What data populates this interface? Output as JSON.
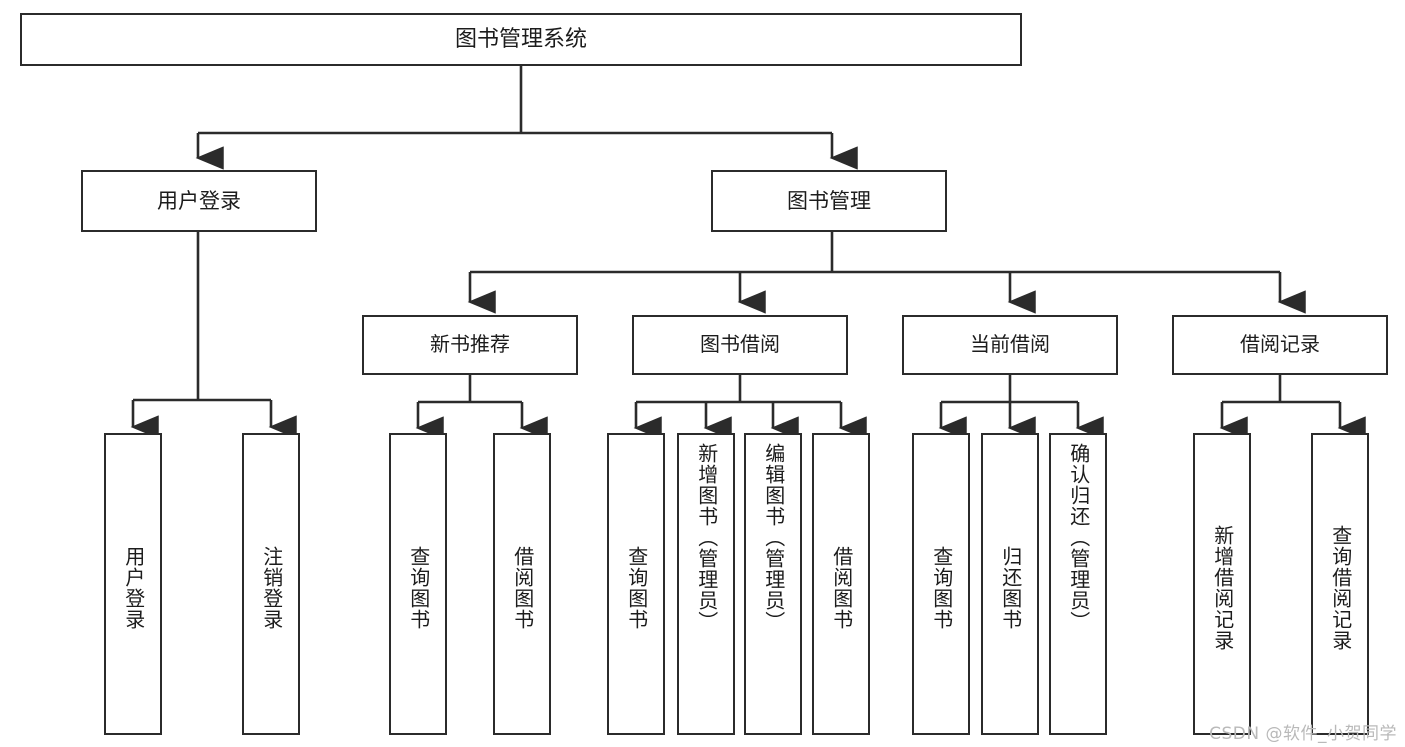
{
  "diagram": {
    "title": "图书管理系统",
    "type": "tree",
    "watermark": "CSDN @软件_小贺同学",
    "colors": {
      "stroke": "#2b2b2b",
      "fill": "#ffffff",
      "text": "#1c1c1c",
      "watermark": "#b9b9b9"
    },
    "nodes": {
      "root": {
        "label": "图书管理系统"
      },
      "level2": [
        {
          "id": "user-login",
          "label": "用户登录"
        },
        {
          "id": "book-manage",
          "label": "图书管理"
        }
      ],
      "level3": [
        {
          "id": "new-book-rec",
          "label": "新书推荐"
        },
        {
          "id": "book-borrow",
          "label": "图书借阅"
        },
        {
          "id": "current-borrow",
          "label": "当前借阅"
        },
        {
          "id": "borrow-record",
          "label": "借阅记录"
        }
      ],
      "leaves": {
        "user-login": [
          {
            "id": "leaf-user-login",
            "label": "用户登录"
          },
          {
            "id": "leaf-logout",
            "label": "注销登录"
          }
        ],
        "new-book-rec": [
          {
            "id": "leaf-query-book-1",
            "label": "查询图书"
          },
          {
            "id": "leaf-borrow-book-1",
            "label": "借阅图书"
          }
        ],
        "book-borrow": [
          {
            "id": "leaf-query-book-2",
            "label": "查询图书"
          },
          {
            "id": "leaf-add-book",
            "label": "新增图书（管理员）"
          },
          {
            "id": "leaf-edit-book",
            "label": "编辑图书（管理员）"
          },
          {
            "id": "leaf-borrow-book-2",
            "label": "借阅图书"
          }
        ],
        "current-borrow": [
          {
            "id": "leaf-query-book-3",
            "label": "查询图书"
          },
          {
            "id": "leaf-return-book",
            "label": "归还图书"
          },
          {
            "id": "leaf-confirm-return",
            "label": "确认归还（管理员）"
          }
        ],
        "borrow-record": [
          {
            "id": "leaf-add-record",
            "label": "新增借阅记录"
          },
          {
            "id": "leaf-query-record",
            "label": "查询借阅记录"
          }
        ]
      }
    }
  }
}
